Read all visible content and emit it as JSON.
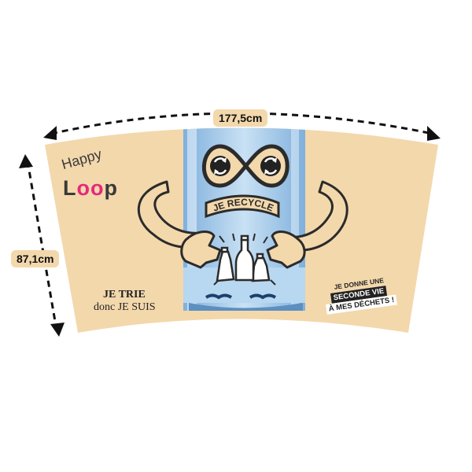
{
  "dimensions": {
    "width": "177,5cm",
    "height": "87,1cm"
  },
  "logo": {
    "line1": "Happy",
    "line2_start": "L",
    "line2_o1": "o",
    "line2_o2": "o",
    "line2_end": "p"
  },
  "badge": {
    "text": "JE RECYCLE"
  },
  "slogan_left": {
    "line1": "JE TRIE",
    "line2": "donc JE SUIS"
  },
  "slogan_right": {
    "line1": "JE DONNE UNE",
    "line2": "SECONDE VIE",
    "line3": "À MES DÉCHETS !"
  },
  "colors": {
    "background": "#ffffff",
    "wrap": "#f3d8ac",
    "logo_accent": "#e5297c",
    "bottle": "#9fc5e6",
    "outline": "#222222"
  },
  "icons": [
    "recycle-icon",
    "infinity-icon",
    "water-bottle-icon",
    "plastic-bottle-icon",
    "glass-bottle-icon",
    "hand-icon",
    "dimension-arrow-icon"
  ]
}
